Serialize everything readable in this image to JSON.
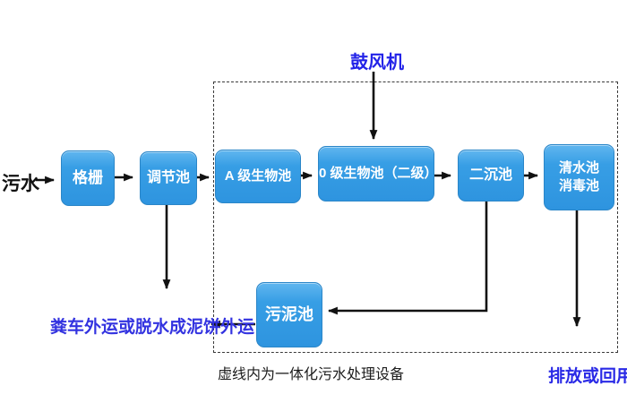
{
  "diagram": {
    "title_note": "虚线内为一体化污水处理设备",
    "source_label": "污水",
    "blower_label": "鼓风机",
    "sludge_out_label": "粪车外运或脱水成泥饼外运",
    "discharge_label": "排放或回用",
    "boxes": {
      "grille": "格栅",
      "regulating": "调节池",
      "a_bio": "A 级生物池",
      "o_bio": "0 级生物池（二级）",
      "secondary_sed": "二沉池",
      "clear_water_line1": "清水池",
      "clear_water_line2": "消毒池",
      "sludge": "污泥池"
    },
    "colors": {
      "box_fill": "#2e97e2",
      "box_fill_highlight": "#60b6ef",
      "box_border": "#2b86c8",
      "accent_blue_text": "#2a2ae6",
      "arrow_line": "#111111",
      "dashed_border": "#3a3a3a"
    }
  }
}
